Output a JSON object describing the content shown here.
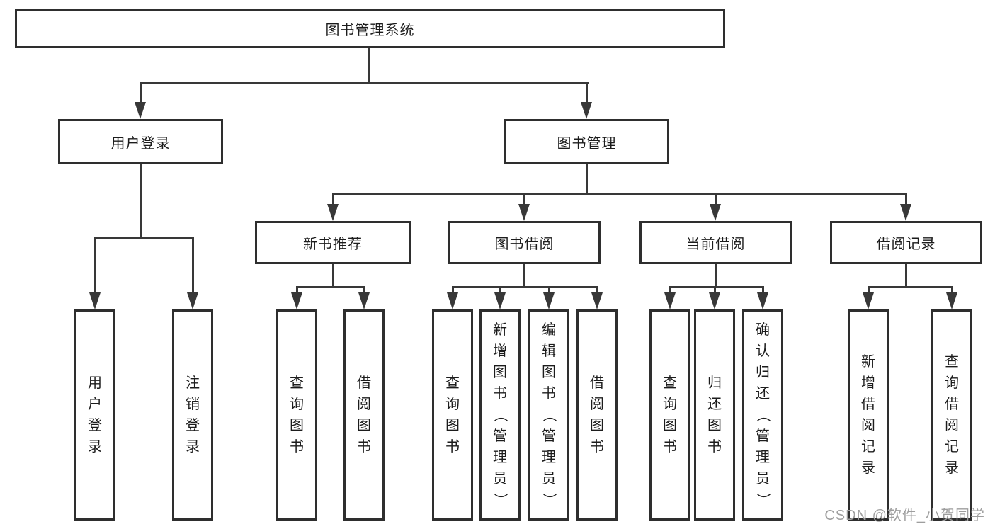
{
  "diagram": {
    "title": "图书管理系统",
    "root": {
      "label": "图书管理系统"
    },
    "level2": {
      "user_login": {
        "label": "用户登录"
      },
      "book_management": {
        "label": "图书管理"
      }
    },
    "level3": {
      "new_book_recommend": {
        "label": "新书推荐"
      },
      "book_borrowing": {
        "label": "图书借阅"
      },
      "current_borrowing": {
        "label": "当前借阅"
      },
      "borrowing_records": {
        "label": "借阅记录"
      }
    },
    "leaves": {
      "user_login": [
        "用户登录",
        "注销登录"
      ],
      "new_book_recommend": [
        "查询图书",
        "借阅图书"
      ],
      "book_borrowing": [
        "查询图书",
        "新增图书（管理员）",
        "编辑图书（管理员）",
        "借阅图书"
      ],
      "current_borrowing": [
        "查询图书",
        "归还图书",
        "确认归还（管理员）"
      ],
      "borrowing_records": [
        "新增借阅记录",
        "查询借阅记录"
      ]
    }
  },
  "watermark": {
    "text": "CSDN @软件_小贺同学"
  },
  "colors": {
    "line": "#383838",
    "border": "#2e2e2e",
    "text": "#1c1c1c",
    "watermark": "#9e9e9e",
    "background": "#ffffff"
  }
}
